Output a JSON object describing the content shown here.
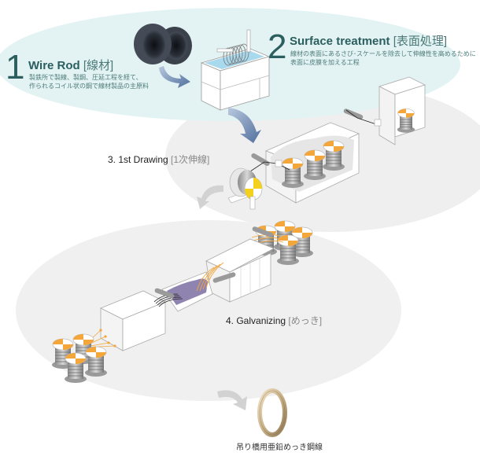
{
  "colors": {
    "upper_ellipse": "#e3f3f3",
    "gray_ellipse": "#f0f0f0",
    "accent_text": "#2b5e5e",
    "flow_arrow": "#5a79a6",
    "return_arrow": "#cfcfcf",
    "bobbin_orange": "#f3a63a",
    "payoff_yellow": "#f4d21c",
    "zinc_bath": "#8f84b0",
    "water": "#a9d9ec"
  },
  "steps": [
    {
      "number": "1",
      "title": "Wire Rod",
      "title_jp": "[線材]",
      "description_lines": [
        "製鉄所で製線、製鋼、圧延工程を経て、",
        "作られるコイル状の鋼で線材製品の主原料"
      ]
    },
    {
      "number": "2",
      "title": "Surface treatment",
      "title_jp": "[表面処理]",
      "description_lines": [
        "線材の表面にあるさび･スケールを除去して伸線性を高めるために",
        "表面に皮膜を加える工程"
      ]
    }
  ],
  "stages": [
    {
      "label": "3. 1st Drawing",
      "label_jp": "[1次伸線]"
    },
    {
      "label": "4. Galvanizing",
      "label_jp": "[めっき]"
    }
  ],
  "product": {
    "label": "吊り橋用亜鉛めっき鋼線"
  },
  "icons": [
    "wire-rod-coil-icon",
    "surface-treatment-tank-icon",
    "flow-arrow-icon",
    "drawing-machine-icon",
    "payoff-reel-icon",
    "galvanizing-line-icon",
    "bobbin-icon",
    "finished-wire-coil-icon"
  ]
}
